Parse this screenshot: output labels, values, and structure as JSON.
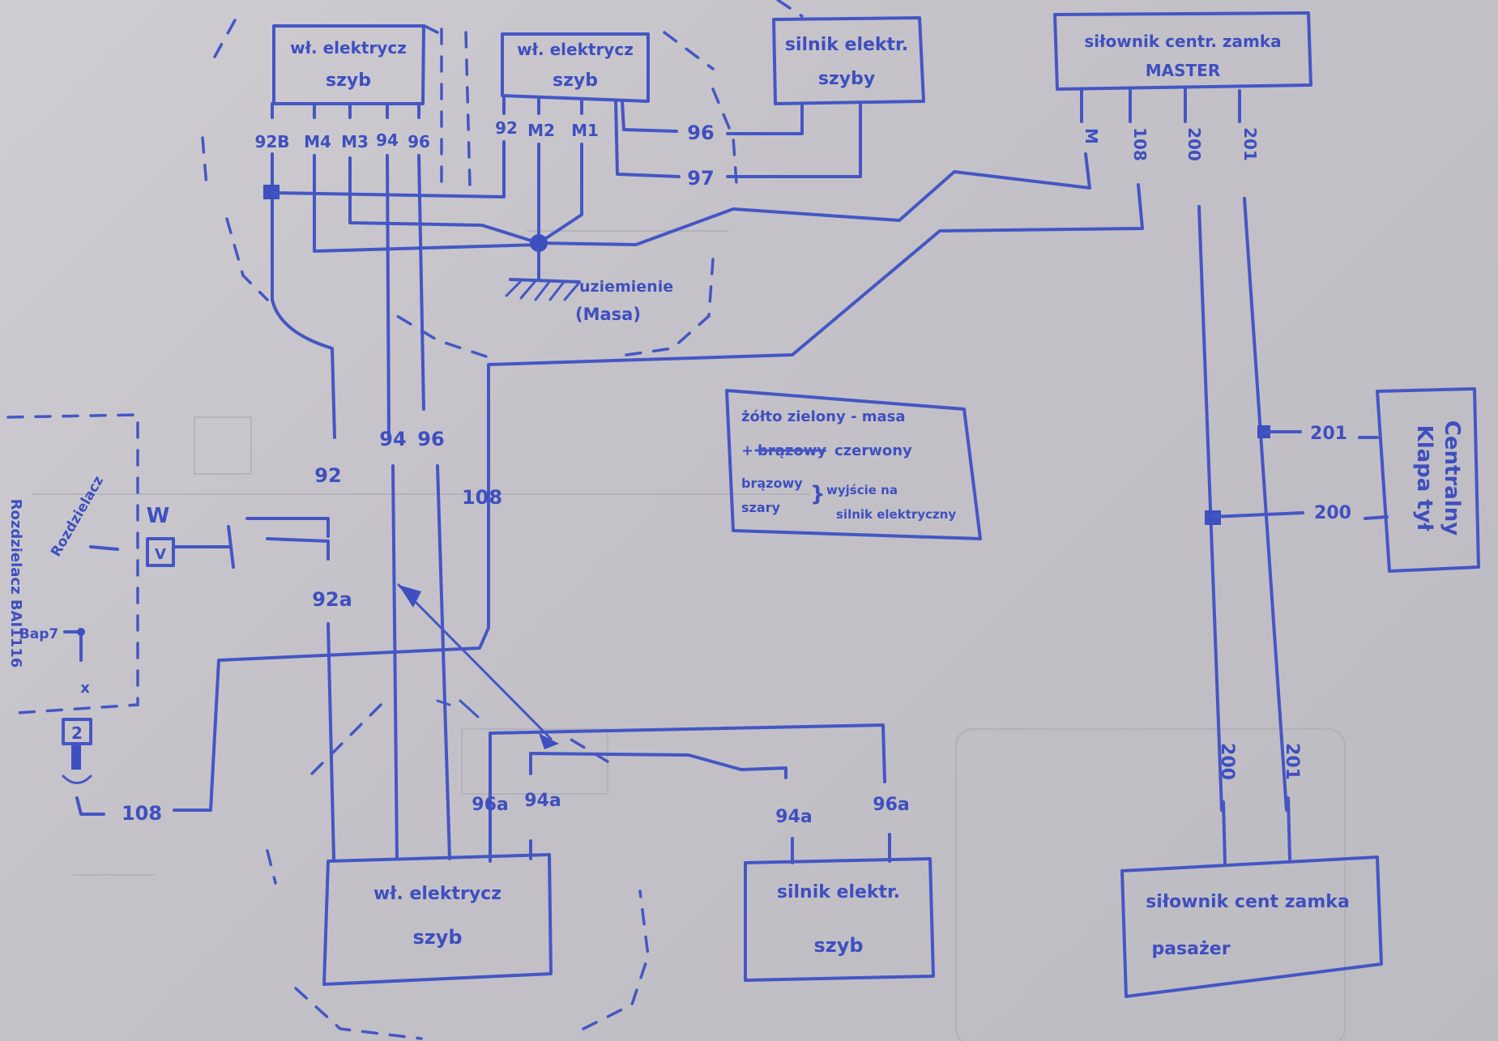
{
  "title": "Schemat instalacji elektrycznej szyb i centralnego zamka",
  "components": {
    "switch_top_left": {
      "line1": "wł. elektrycz",
      "line2": "szyb"
    },
    "switch_top_center": {
      "line1": "wł. elektrycz",
      "line2": "szyb"
    },
    "motor_top_right": {
      "line1": "silnik elektr.",
      "line2": "szyby"
    },
    "actuator_master": {
      "line1": "siłownik centr. zamka",
      "line2": "MASTER"
    },
    "switch_bottom": {
      "line1": "wł. elektrycz",
      "line2": "szyb"
    },
    "motor_bottom": {
      "line1": "silnik elektr.",
      "line2": "szyb"
    },
    "actuator_passenger": {
      "line1": "siłownik cent zamka",
      "line2": "pasażer"
    },
    "central_trunk": {
      "line1": "Centralny",
      "line2": "Klapa tył"
    }
  },
  "pins": {
    "switch_top_left": [
      "92B",
      "M4",
      "M3",
      "94",
      "96"
    ],
    "switch_top_center": [
      "92",
      "M2",
      "M1"
    ],
    "master": [
      "M",
      "108",
      "200",
      "201"
    ]
  },
  "wire_labels": {
    "w96_top": "96",
    "w97_top": "97",
    "w92_mid": "92",
    "w94_mid": "94",
    "w96_mid": "96",
    "w108_mid": "108",
    "w92a": "92a",
    "w108_bottom": "108",
    "w96a_left": "96a",
    "w94a_left": "94a",
    "w94a_right": "94a",
    "w96a_right": "96a",
    "w201_trunk": "201",
    "w200_trunk": "200",
    "w200_passenger": "200",
    "w201_passenger": "201"
  },
  "ground": {
    "label_line1": "uziemienie",
    "label_line2": "(Masa)"
  },
  "legend": {
    "line1": "żółto zielony - masa",
    "line2_prefix": "+",
    "line2_struck": "brązowy",
    "line2_rest": "czerwony",
    "line3a": "brązowy",
    "line3b": "szary",
    "line3_note1": "wyjście na",
    "line3_note2": "silnik elektryczny"
  },
  "fuse_box": {
    "label": "Rozdzielacz",
    "side_text": "Rozdzielacz BAI1116",
    "connector_W": "W",
    "connector_V": "V",
    "connector_Bap7": "Bap7",
    "connector_x": "x",
    "connector_2": "2"
  }
}
